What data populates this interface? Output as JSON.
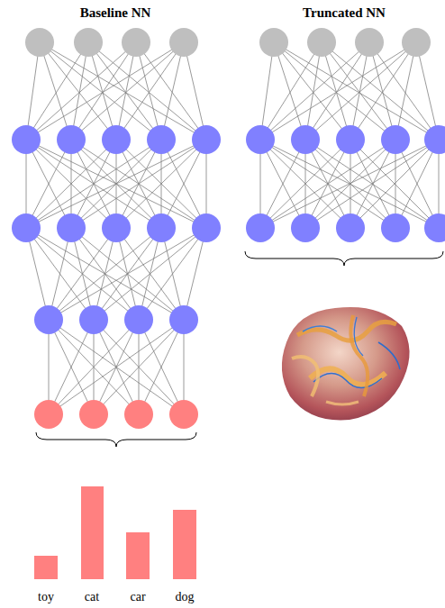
{
  "diagram": {
    "labels": [
      "Baseline NN",
      "Truncated NN",
      "toy",
      "cat",
      "car",
      "dog"
    ]
  }
}
